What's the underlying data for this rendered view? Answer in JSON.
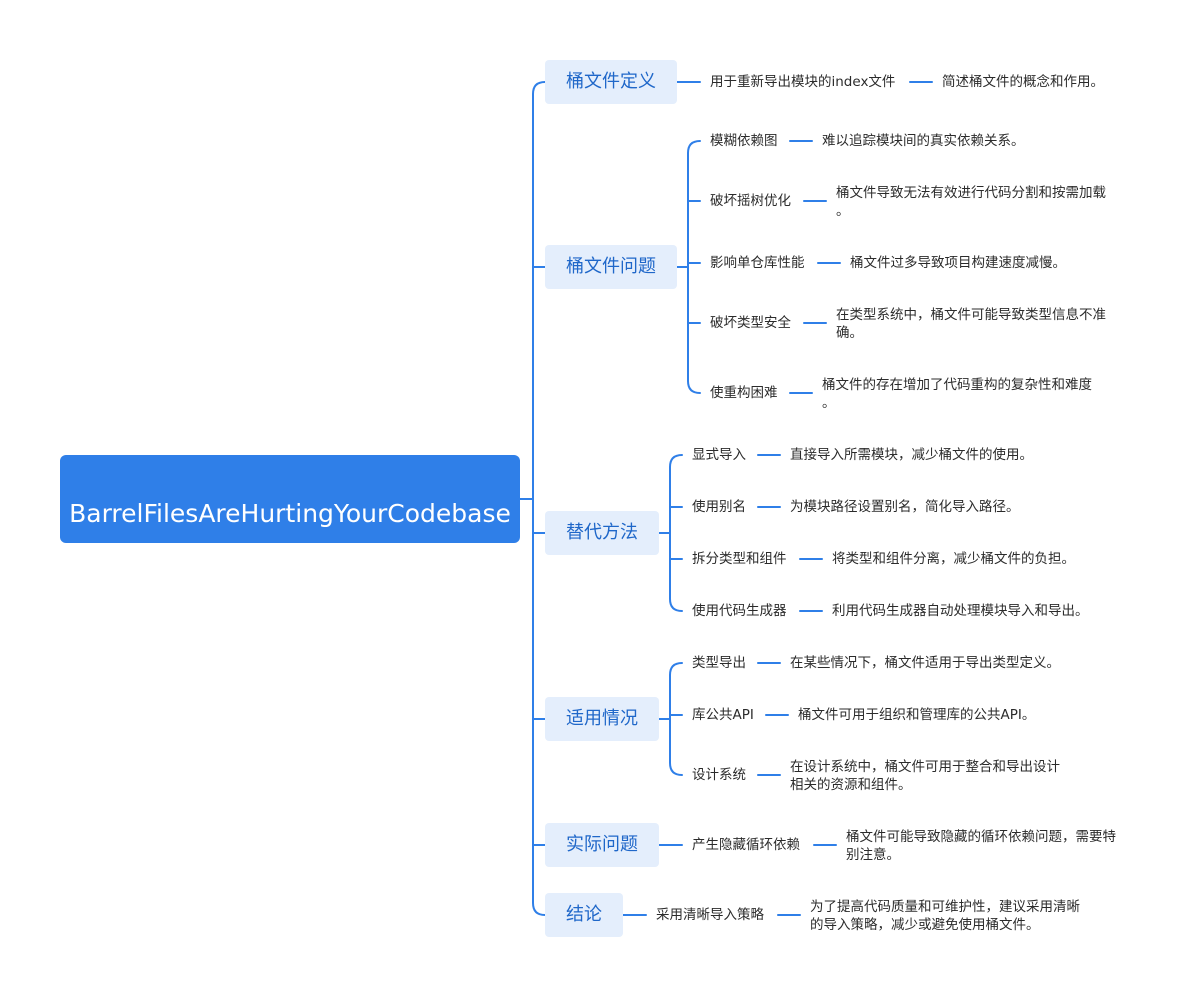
{
  "root": {
    "title": "BarrelFilesAreHurtingYourCodebase"
  },
  "branches": [
    {
      "title": "桶文件定义",
      "items": [
        {
          "label": "用于重新导出模块的index文件",
          "desc": "简述桶文件的概念和作用。"
        }
      ]
    },
    {
      "title": "桶文件问题",
      "items": [
        {
          "label": "模糊依赖图",
          "desc": "难以追踪模块间的真实依赖关系。"
        },
        {
          "label": "破坏摇树优化",
          "desc": "桶文件导致无法有效进行代码分割和按需加载\n。"
        },
        {
          "label": "影响单仓库性能",
          "desc": "桶文件过多导致项目构建速度减慢。"
        },
        {
          "label": "破坏类型安全",
          "desc": "在类型系统中，桶文件可能导致类型信息不准\n确。"
        },
        {
          "label": "使重构困难",
          "desc": "桶文件的存在增加了代码重构的复杂性和难度\n。"
        }
      ]
    },
    {
      "title": "替代方法",
      "items": [
        {
          "label": "显式导入",
          "desc": "直接导入所需模块，减少桶文件的使用。"
        },
        {
          "label": "使用别名",
          "desc": "为模块路径设置别名，简化导入路径。"
        },
        {
          "label": "拆分类型和组件",
          "desc": "将类型和组件分离，减少桶文件的负担。"
        },
        {
          "label": "使用代码生成器",
          "desc": "利用代码生成器自动处理模块导入和导出。"
        }
      ]
    },
    {
      "title": "适用情况",
      "items": [
        {
          "label": "类型导出",
          "desc": "在某些情况下，桶文件适用于导出类型定义。"
        },
        {
          "label": "库公共API",
          "desc": "桶文件可用于组织和管理库的公共API。"
        },
        {
          "label": "设计系统",
          "desc": "在设计系统中，桶文件可用于整合和导出设计\n相关的资源和组件。"
        }
      ]
    },
    {
      "title": "实际问题",
      "items": [
        {
          "label": "产生隐藏循环依赖",
          "desc": "桶文件可能导致隐藏的循环依赖问题，需要特\n别注意。"
        }
      ]
    },
    {
      "title": "结论",
      "items": [
        {
          "label": "采用清晰导入策略",
          "desc": "为了提高代码质量和可维护性，建议采用清晰\n的导入策略，减少或避免使用桶文件。"
        }
      ]
    }
  ],
  "colors": {
    "accent": "#2f7fe8",
    "branch_bg": "#e4eefc",
    "branch_text": "#1f67c9",
    "line": "#2f7fe8"
  }
}
